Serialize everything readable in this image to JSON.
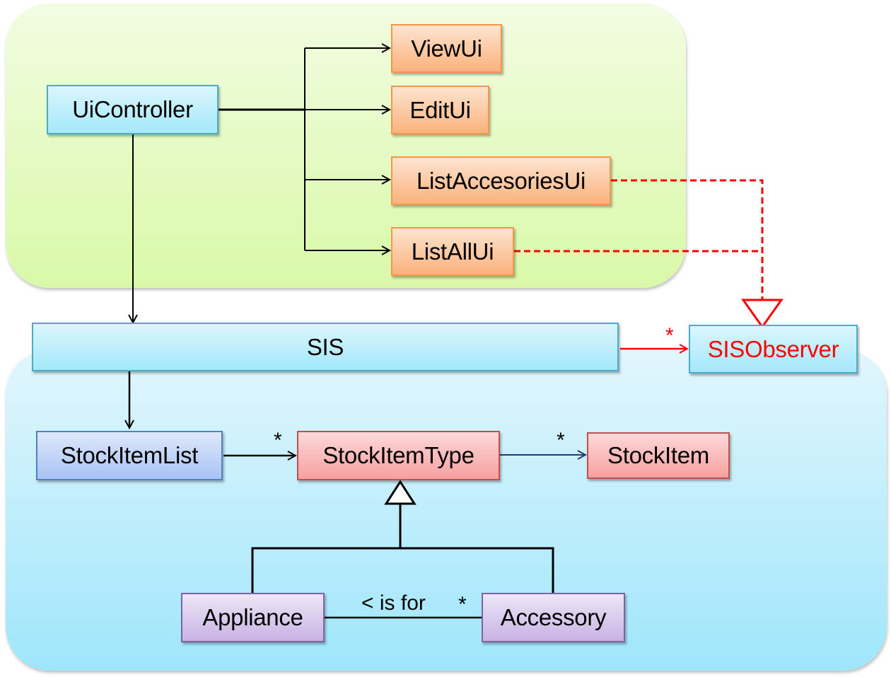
{
  "diagram": {
    "packages": [
      {
        "id": "ui",
        "color": "#d9f9a8"
      },
      {
        "id": "model",
        "color": "#9fe6fb"
      }
    ],
    "classes": {
      "uicontroller": "UiController",
      "viewui": "ViewUi",
      "editui": "EditUi",
      "listaccesoriesui": "ListAccesoriesUi",
      "listallui": "ListAllUi",
      "sis": "SIS",
      "sisobserver": "SISObserver",
      "stockitemlist": "StockItemList",
      "stockitemtype": "StockItemType",
      "stockitem": "StockItem",
      "appliance": "Appliance",
      "accessory": "Accessory"
    },
    "labels": {
      "sis_to_observer_multiplicity": "*",
      "list_to_type_multiplicity": "*",
      "type_to_item_multiplicity": "*",
      "is_for_association": "< is for",
      "accessory_multiplicity": "*"
    },
    "colors": {
      "observer_accent": "#ff0000",
      "navy_association": "#1f3a7a",
      "line": "#000000"
    },
    "relationships": [
      {
        "from": "UiController",
        "to": "ViewUi",
        "type": "association"
      },
      {
        "from": "UiController",
        "to": "EditUi",
        "type": "association"
      },
      {
        "from": "UiController",
        "to": "ListAccesoriesUi",
        "type": "association"
      },
      {
        "from": "UiController",
        "to": "ListAllUi",
        "type": "association"
      },
      {
        "from": "UiController",
        "to": "SIS",
        "type": "association"
      },
      {
        "from": "ListAccesoriesUi",
        "to": "SISObserver",
        "type": "realization"
      },
      {
        "from": "ListAllUi",
        "to": "SISObserver",
        "type": "realization"
      },
      {
        "from": "SIS",
        "to": "SISObserver",
        "type": "association",
        "multiplicity": "*"
      },
      {
        "from": "SIS",
        "to": "StockItemList",
        "type": "association"
      },
      {
        "from": "StockItemList",
        "to": "StockItemType",
        "type": "association",
        "multiplicity": "*"
      },
      {
        "from": "StockItemType",
        "to": "StockItem",
        "type": "association",
        "multiplicity": "*"
      },
      {
        "from": "Appliance",
        "to": "StockItemType",
        "type": "generalization"
      },
      {
        "from": "Accessory",
        "to": "StockItemType",
        "type": "generalization"
      },
      {
        "from": "Accessory",
        "to": "Appliance",
        "type": "association",
        "label": "< is for",
        "multiplicity": "*"
      }
    ]
  }
}
